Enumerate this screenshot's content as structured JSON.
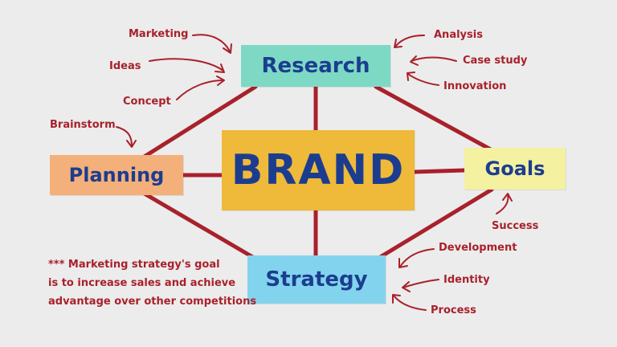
{
  "colors": {
    "line": "#a8212b",
    "text_dark": "#1c3d8f",
    "annotation": "#a8212b",
    "background": "#ececec",
    "research": "#7dd9c4",
    "planning": "#f4b07a",
    "brand": "#efb93a",
    "goals": "#f4f1a0",
    "strategy": "#82d4ee"
  },
  "nodes": {
    "research": "Research",
    "planning": "Planning",
    "brand": "BRAND",
    "goals": "Goals",
    "strategy": "Strategy"
  },
  "annotations": {
    "marketing": "Marketing",
    "ideas": "Ideas",
    "concept": "Concept",
    "brainstorm": "Brainstorm",
    "analysis": "Analysis",
    "case_study": "Case study",
    "innovation": "Innovation",
    "success": "Success",
    "development": "Development",
    "identity": "Identity",
    "process": "Process"
  },
  "footnote": {
    "line1": "*** Marketing strategy's goal",
    "line2": "is to increase sales and achieve",
    "line3": "advantage over other competitions"
  }
}
